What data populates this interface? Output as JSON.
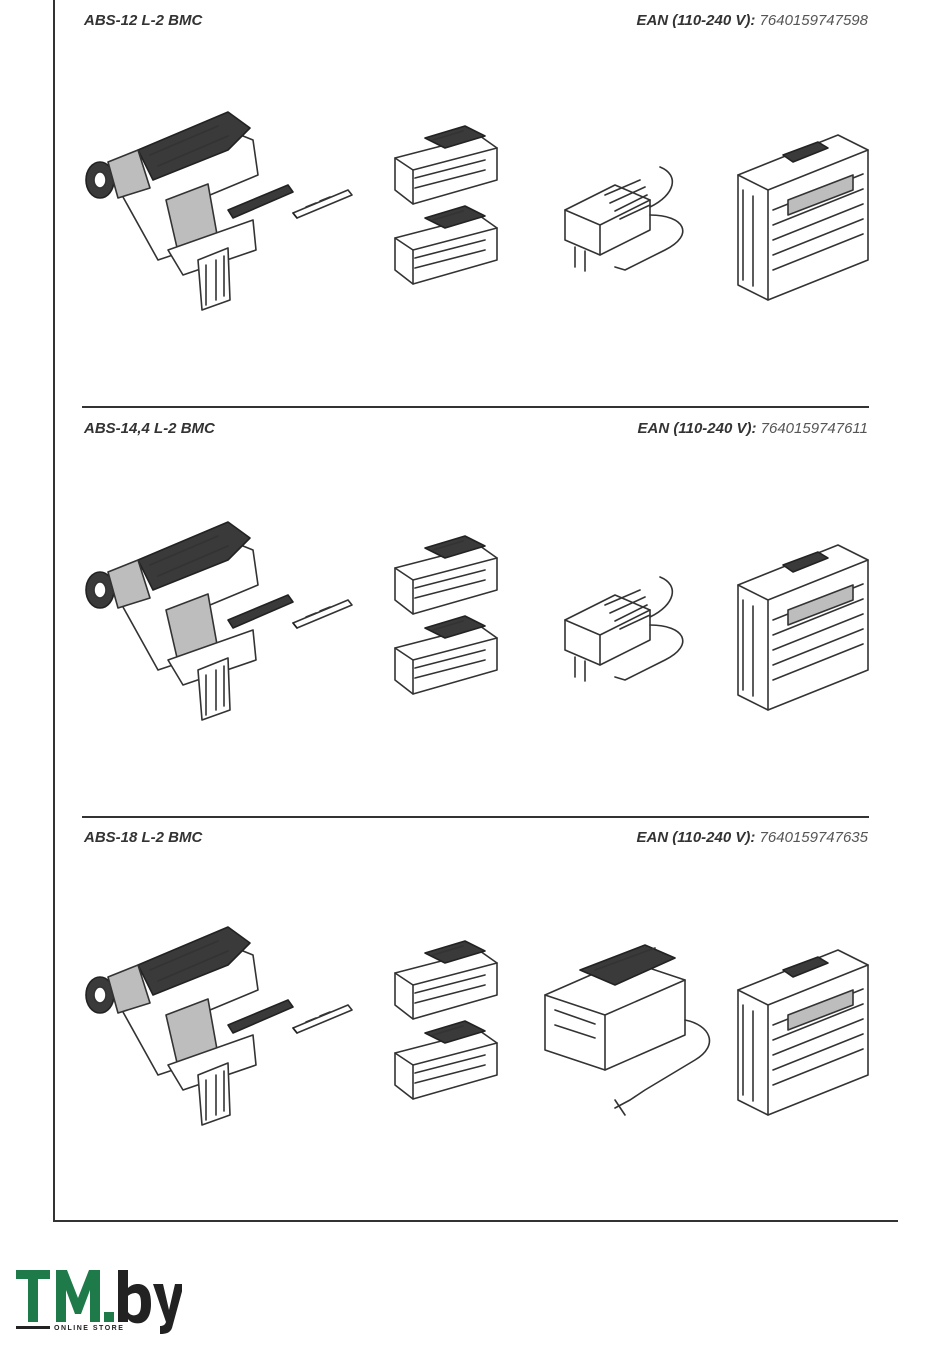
{
  "sections": [
    {
      "model": "ABS-12 L-2 BMC",
      "ean_label": "EAN (110-240 V):",
      "ean_code": "7640159747598"
    },
    {
      "model": "ABS-14,4 L-2 BMC",
      "ean_label": "EAN (110-240 V):",
      "ean_code": "7640159747611"
    },
    {
      "model": "ABS-18 L-2 BMC",
      "ean_label": "EAN (110-240 V):",
      "ean_code": "7640159747635"
    }
  ],
  "illustrations": [
    "drill-icon",
    "bit-icon",
    "battery-icon",
    "charger-icon",
    "carry-case-icon"
  ],
  "logo": {
    "text_main": "TM.by",
    "text_sub": "ONLINE STORE",
    "color": "#1f7a4a"
  }
}
